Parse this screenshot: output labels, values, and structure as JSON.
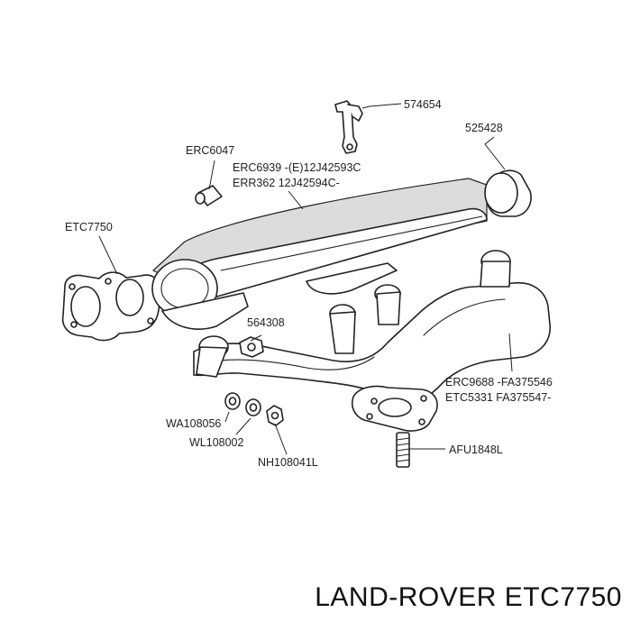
{
  "diagram": {
    "labels": {
      "p574654": "574654",
      "p525428": "525428",
      "erc6047": "ERC6047",
      "erc6939": "ERC6939 -(E)12J42593C",
      "err362": "ERR362 12J42594C-",
      "etc7750": "ETC7750",
      "p564308": "564308",
      "erc9688": "ERC9688 -FA375546",
      "etc5331": "ETC5331 FA375547-",
      "wa108056": "WA108056",
      "wl108002": "WL108002",
      "nh108041l": "NH108041L",
      "afu1848l": "AFU1848L"
    },
    "footer_title": "LAND-ROVER ETC7750"
  }
}
